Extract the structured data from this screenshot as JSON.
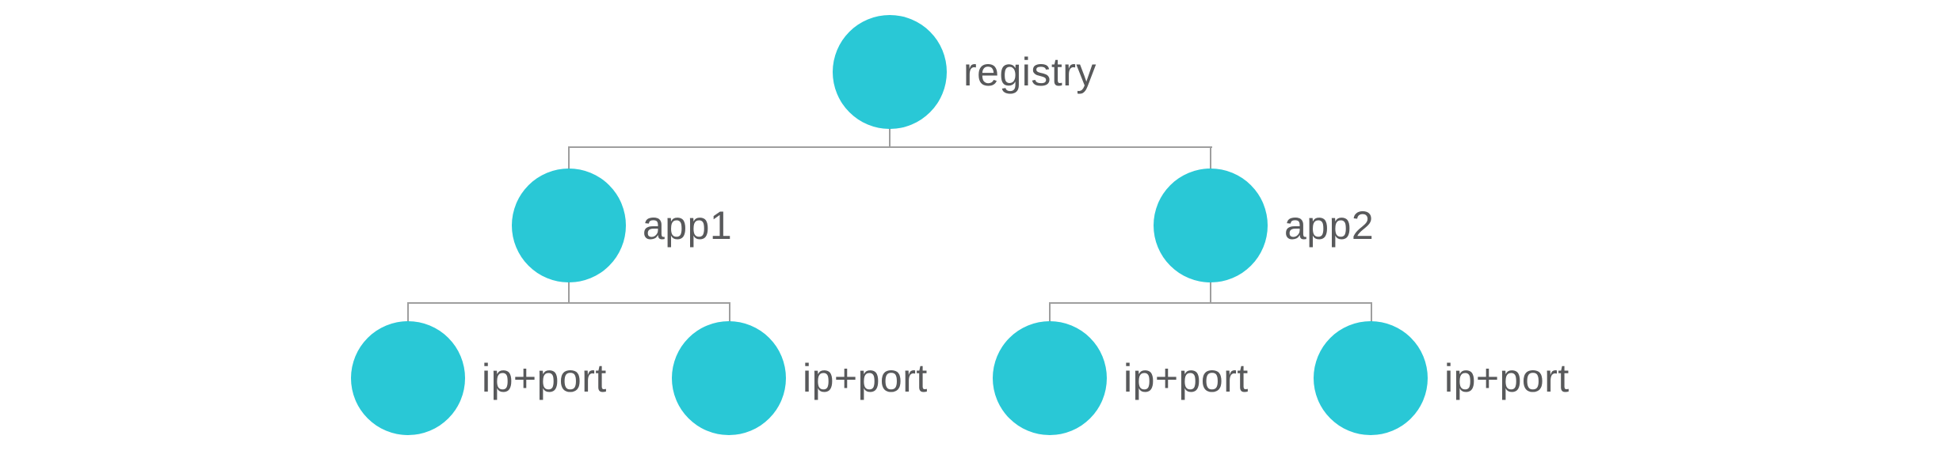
{
  "diagram": {
    "colors": {
      "node_fill": "#29c8d6",
      "label_text": "#58595b",
      "connector": "#9e9e9e",
      "background": "#ffffff"
    },
    "tree": {
      "root": {
        "label": "registry",
        "children": [
          {
            "label": "app1",
            "children": [
              {
                "label": "ip+port"
              },
              {
                "label": "ip+port"
              }
            ]
          },
          {
            "label": "app2",
            "children": [
              {
                "label": "ip+port"
              },
              {
                "label": "ip+port"
              }
            ]
          }
        ]
      }
    }
  }
}
